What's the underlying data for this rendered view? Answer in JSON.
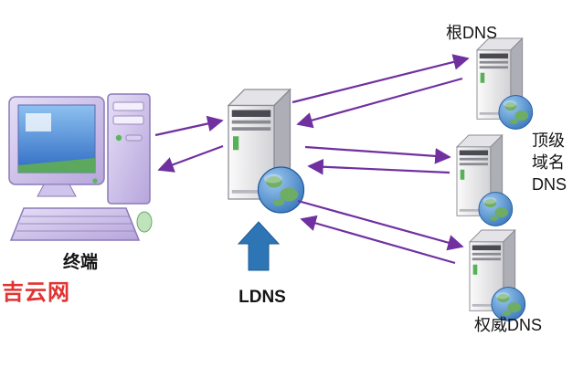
{
  "diagram": {
    "terminal_label": "终端",
    "ldns_label": "LDNS",
    "root_dns_label": "根DNS",
    "tld_dns_label": "顶级\n域名\nDNS",
    "auth_dns_label": "权威DNS",
    "watermark": "吉云网",
    "colors": {
      "arrow": "#7030a0",
      "up_arrow": "#2e75b6",
      "watermark": "#e23333",
      "computer_body": "#cfc4ec",
      "server_globe": "#3a7abd"
    }
  }
}
